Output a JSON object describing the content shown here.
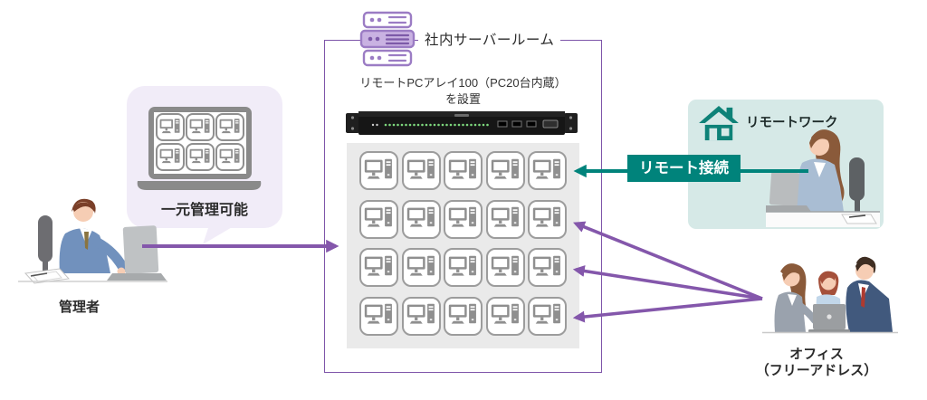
{
  "colors": {
    "purple": "#7e55a9",
    "purple_bubble": "#f1ecf8",
    "purple_icon": "#9b7cc4",
    "teal": "#00837b",
    "teal_panel": "#d6e9e7",
    "gray_panel": "#eaeaea",
    "icon_gray": "#8f8f8f",
    "led_green": "#7ed87e",
    "text": "#2b2b2b"
  },
  "server_room": {
    "label": "社内サーバールーム",
    "device_note_line1": "リモートPCアレイ100（PC20台内蔵）",
    "device_note_line2": "を設置",
    "icon": "server-stack-icon",
    "rack_icon": "rack-server-icon"
  },
  "pc_array": {
    "rows": 4,
    "cols": 5,
    "total_pcs": 20,
    "cell_icon": "desktop-pc-icon"
  },
  "admin": {
    "label": "管理者",
    "bubble_text": "一元管理可能",
    "bubble_icon": "laptop-multi-pc-icon",
    "illustration": "admin-person-at-laptop"
  },
  "remote_work": {
    "label": "リモートワーク",
    "icon": "house-icon",
    "connection_label": "リモート接続",
    "illustration": "remote-worker-at-laptop"
  },
  "office": {
    "label_line1": "オフィス",
    "label_line2": "（フリーアドレス）",
    "illustration": "office-team-at-laptop"
  }
}
